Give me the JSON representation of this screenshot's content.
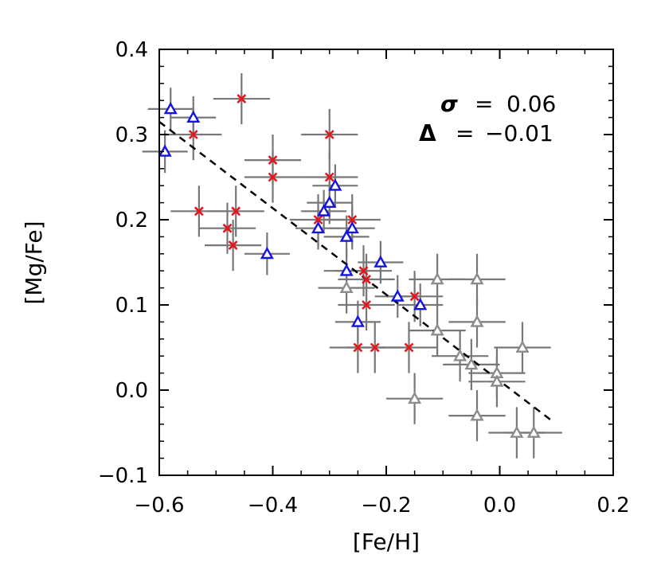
{
  "chart_data": {
    "type": "scatter",
    "xlabel": "[Fe/H]",
    "ylabel": "[Mg/Fe]",
    "xlim": [
      -0.6,
      0.2
    ],
    "ylim": [
      -0.1,
      0.4
    ],
    "xticks": [
      "−0.6",
      "−0.4",
      "−0.2",
      "0.0",
      "0.2"
    ],
    "xtick_values": [
      -0.6,
      -0.4,
      -0.2,
      0.0,
      0.2
    ],
    "yticks": [
      "−0.1",
      "0.0",
      "0.1",
      "0.2",
      "0.3",
      "0.4"
    ],
    "ytick_values": [
      -0.1,
      0.0,
      0.1,
      0.2,
      0.3,
      0.4
    ],
    "grid": false,
    "annotations": [
      {
        "symbol": "σ",
        "eq": "=",
        "value": "0.06"
      },
      {
        "symbol": "Δ",
        "eq": "=",
        "value": "−0.01"
      }
    ],
    "fit_line": {
      "style": "dashed",
      "color": "#000000",
      "x": [
        -0.6,
        0.09
      ],
      "y": [
        0.315,
        -0.035
      ]
    },
    "colors": {
      "red": "#e8141c",
      "blue": "#1414dc",
      "gray": "#8c8c8c",
      "errorbar": "#777777"
    },
    "series": [
      {
        "marker": "cross",
        "color": "#e8141c",
        "points": [
          {
            "x": -0.455,
            "y": 0.342,
            "xerr": 0.05,
            "yerr": 0.03
          },
          {
            "x": -0.54,
            "y": 0.3,
            "xerr": 0.05,
            "yerr": 0.03
          },
          {
            "x": -0.4,
            "y": 0.27,
            "xerr": 0.05,
            "yerr": 0.03
          },
          {
            "x": -0.4,
            "y": 0.25,
            "xerr": 0.05,
            "yerr": 0.03
          },
          {
            "x": -0.3,
            "y": 0.3,
            "xerr": 0.05,
            "yerr": 0.03
          },
          {
            "x": -0.3,
            "y": 0.25,
            "xerr": 0.05,
            "yerr": 0.03
          },
          {
            "x": -0.53,
            "y": 0.21,
            "xerr": 0.05,
            "yerr": 0.03
          },
          {
            "x": -0.465,
            "y": 0.21,
            "xerr": 0.05,
            "yerr": 0.03
          },
          {
            "x": -0.48,
            "y": 0.19,
            "xerr": 0.05,
            "yerr": 0.03
          },
          {
            "x": -0.47,
            "y": 0.17,
            "xerr": 0.05,
            "yerr": 0.03
          },
          {
            "x": -0.32,
            "y": 0.2,
            "xerr": 0.05,
            "yerr": 0.03
          },
          {
            "x": -0.26,
            "y": 0.2,
            "xerr": 0.05,
            "yerr": 0.03
          },
          {
            "x": -0.24,
            "y": 0.14,
            "xerr": 0.05,
            "yerr": 0.03
          },
          {
            "x": -0.235,
            "y": 0.13,
            "xerr": 0.05,
            "yerr": 0.03
          },
          {
            "x": -0.235,
            "y": 0.1,
            "xerr": 0.05,
            "yerr": 0.03
          },
          {
            "x": -0.15,
            "y": 0.11,
            "xerr": 0.05,
            "yerr": 0.03
          },
          {
            "x": -0.25,
            "y": 0.05,
            "xerr": 0.05,
            "yerr": 0.03
          },
          {
            "x": -0.22,
            "y": 0.05,
            "xerr": 0.05,
            "yerr": 0.03
          },
          {
            "x": -0.16,
            "y": 0.05,
            "xerr": 0.05,
            "yerr": 0.03
          }
        ]
      },
      {
        "marker": "triangle",
        "color": "#1414dc",
        "points": [
          {
            "x": -0.58,
            "y": 0.33,
            "xerr": 0.04,
            "yerr": 0.025
          },
          {
            "x": -0.54,
            "y": 0.32,
            "xerr": 0.04,
            "yerr": 0.025
          },
          {
            "x": -0.59,
            "y": 0.28,
            "xerr": 0.04,
            "yerr": 0.025
          },
          {
            "x": -0.29,
            "y": 0.24,
            "xerr": 0.04,
            "yerr": 0.025
          },
          {
            "x": -0.3,
            "y": 0.22,
            "xerr": 0.04,
            "yerr": 0.025
          },
          {
            "x": -0.31,
            "y": 0.21,
            "xerr": 0.04,
            "yerr": 0.025
          },
          {
            "x": -0.32,
            "y": 0.19,
            "xerr": 0.04,
            "yerr": 0.025
          },
          {
            "x": -0.26,
            "y": 0.19,
            "xerr": 0.04,
            "yerr": 0.025
          },
          {
            "x": -0.27,
            "y": 0.18,
            "xerr": 0.04,
            "yerr": 0.025
          },
          {
            "x": -0.41,
            "y": 0.16,
            "xerr": 0.04,
            "yerr": 0.025
          },
          {
            "x": -0.21,
            "y": 0.15,
            "xerr": 0.04,
            "yerr": 0.025
          },
          {
            "x": -0.27,
            "y": 0.14,
            "xerr": 0.04,
            "yerr": 0.025
          },
          {
            "x": -0.18,
            "y": 0.11,
            "xerr": 0.04,
            "yerr": 0.025
          },
          {
            "x": -0.14,
            "y": 0.1,
            "xerr": 0.04,
            "yerr": 0.025
          },
          {
            "x": -0.25,
            "y": 0.08,
            "xerr": 0.04,
            "yerr": 0.025
          }
        ]
      },
      {
        "marker": "triangle",
        "color": "#8c8c8c",
        "points": [
          {
            "x": -0.11,
            "y": 0.13,
            "xerr": 0.05,
            "yerr": 0.03
          },
          {
            "x": -0.04,
            "y": 0.13,
            "xerr": 0.05,
            "yerr": 0.03
          },
          {
            "x": -0.27,
            "y": 0.12,
            "xerr": 0.05,
            "yerr": 0.03
          },
          {
            "x": -0.04,
            "y": 0.08,
            "xerr": 0.05,
            "yerr": 0.03
          },
          {
            "x": -0.11,
            "y": 0.07,
            "xerr": 0.05,
            "yerr": 0.03
          },
          {
            "x": -0.07,
            "y": 0.04,
            "xerr": 0.05,
            "yerr": 0.03
          },
          {
            "x": -0.05,
            "y": 0.03,
            "xerr": 0.05,
            "yerr": 0.03
          },
          {
            "x": 0.04,
            "y": 0.05,
            "xerr": 0.05,
            "yerr": 0.03
          },
          {
            "x": -0.005,
            "y": 0.02,
            "xerr": 0.05,
            "yerr": 0.03
          },
          {
            "x": -0.005,
            "y": 0.01,
            "xerr": 0.05,
            "yerr": 0.03
          },
          {
            "x": -0.15,
            "y": -0.01,
            "xerr": 0.05,
            "yerr": 0.03
          },
          {
            "x": -0.04,
            "y": -0.03,
            "xerr": 0.05,
            "yerr": 0.03
          },
          {
            "x": 0.03,
            "y": -0.05,
            "xerr": 0.05,
            "yerr": 0.03
          },
          {
            "x": 0.06,
            "y": -0.05,
            "xerr": 0.05,
            "yerr": 0.03
          }
        ]
      }
    ]
  }
}
